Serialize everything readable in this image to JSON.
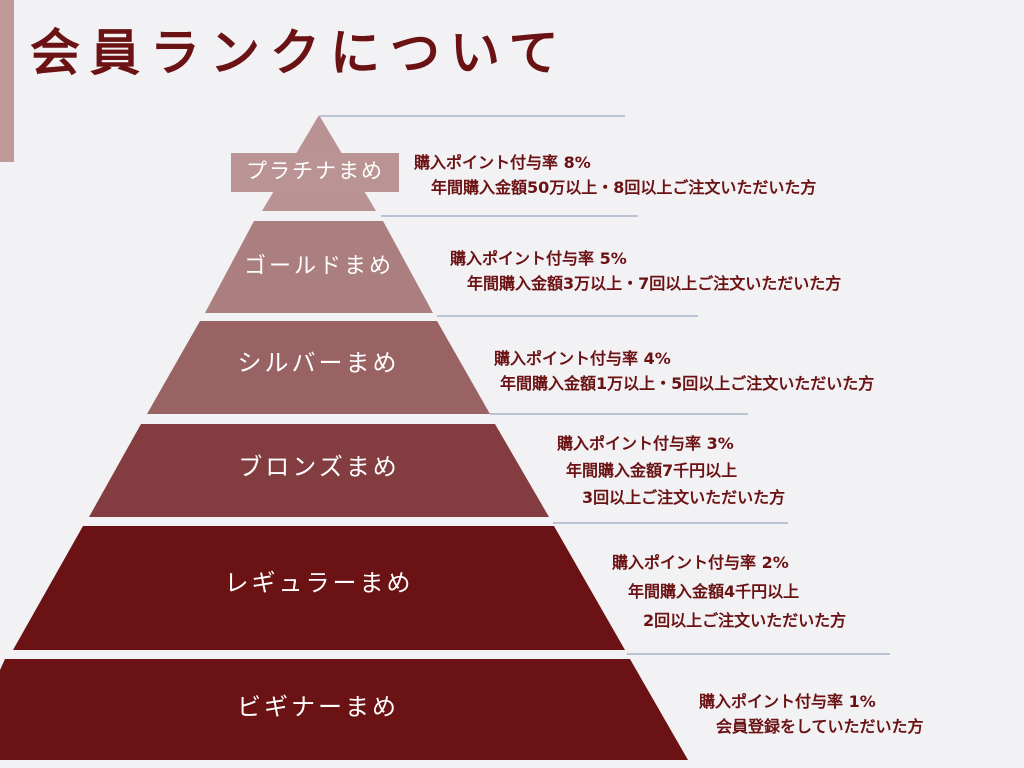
{
  "title": "会員ランクについて",
  "colors": {
    "background": "#f2f1f4",
    "accent_bar": "#bf9a99",
    "title_text": "#6b1214",
    "divider_line": "#a8b4c8",
    "tier_platinum": "#b99394",
    "tier_gold": "#ab7e7f",
    "tier_silver": "#996263",
    "tier_bronze": "#833d40",
    "tier_regular": "#6b1214",
    "tier_beginner": "#6b1214"
  },
  "tiers": [
    {
      "name": "プラチナまめ",
      "lines": [
        "購入ポイント付与率 8%",
        "年間購入金額50万以上・8回以上ご注文いただいた方"
      ]
    },
    {
      "name": "ゴールドまめ",
      "lines": [
        "購入ポイント付与率 5%",
        "年間購入金額3万以上・7回以上ご注文いただいた方"
      ]
    },
    {
      "name": "シルバーまめ",
      "lines": [
        "購入ポイント付与率 4%",
        "年間購入金額1万以上・5回以上ご注文いただいた方"
      ]
    },
    {
      "name": "ブロンズまめ",
      "lines": [
        "購入ポイント付与率 3%",
        "年間購入金額7千円以上",
        "3回以上ご注文いただいた方"
      ]
    },
    {
      "name": "レギュラーまめ",
      "lines": [
        "購入ポイント付与率 2%",
        "年間購入金額4千円以上",
        "2回以上ご注文いただいた方"
      ]
    },
    {
      "name": "ビギナーまめ",
      "lines": [
        "購入ポイント付与率 1%",
        "会員登録をしていただいた方"
      ]
    }
  ]
}
